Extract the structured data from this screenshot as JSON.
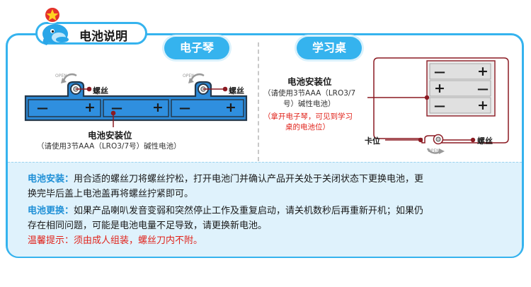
{
  "title": "电池说明",
  "left": {
    "label": "电子琴",
    "screw_label": "螺丝",
    "screw_label_2": "螺丝",
    "install_title": "电池安装位",
    "install_note": "（请使用3节AAA（LRO3/7号）碱性电池）",
    "open_text": "OPEN",
    "cells": [
      {
        "neg": "—",
        "pos": "+"
      },
      {
        "neg": "—",
        "pos": "+"
      },
      {
        "neg": "—",
        "pos": "+"
      }
    ]
  },
  "right": {
    "label": "学习桌",
    "install_title": "电池安装位",
    "install_note_1": "（请使用3节AAA（LRO3/7",
    "install_note_2": "号）碱性电池）",
    "red_note_1": "（拿开电子琴，可见到学习",
    "red_note_2": "桌的电池位）",
    "clip_label": "卡位",
    "screw_label": "螺丝",
    "open_text": "OPEN",
    "rows": [
      {
        "left": "—",
        "right": "+"
      },
      {
        "left": "+",
        "right": "—"
      },
      {
        "left": "—",
        "right": "+"
      }
    ]
  },
  "info": {
    "install_key": "电池安装：",
    "install_text_1": "用合适的螺丝刀将螺丝拧松，打开电池门并确认产品开关处于关闭状态下更换电池，更",
    "install_text_2": "换完毕后盖上电池盖再将螺丝拧紧即可。",
    "replace_key": "电池更换：",
    "replace_text_1": "如果产品喇叭发音变弱和突然停止工作及重复启动，请关机数秒后再重新开机；如果仍",
    "replace_text_2": "存在相同问题，可能是电池电量不足导致，请更换新电池。",
    "tip": "温馨提示：须由成人组装，螺丝刀内不附。"
  },
  "colors": {
    "accent": "#35b3ee",
    "battery": "#2c8ad8",
    "red": "#e0231b",
    "screw_dot": "#8b1a22"
  }
}
